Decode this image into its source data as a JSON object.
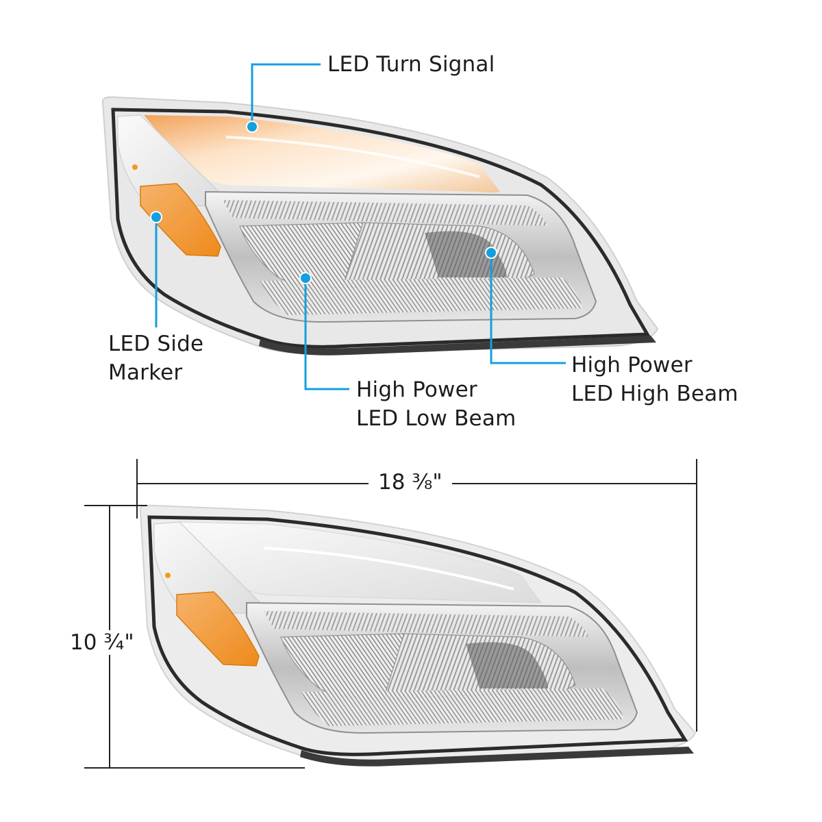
{
  "colors": {
    "callout": "#139fe0",
    "amber": "#f08a1c",
    "chrome_dark": "#2b2b2b",
    "dimension_line": "#222222",
    "background": "#ffffff"
  },
  "callouts": {
    "turn_signal": {
      "line1": "LED Turn Signal"
    },
    "side_marker": {
      "line1": "LED Side",
      "line2": "Marker"
    },
    "low_beam": {
      "line1": "High Power",
      "line2": "LED Low Beam"
    },
    "high_beam": {
      "line1": "High Power",
      "line2": "LED High Beam"
    }
  },
  "dimensions": {
    "width": "18 ³⁄₈\"",
    "height": "10 ¾\""
  },
  "images": {
    "top": "headlight-illuminated",
    "bottom": "headlight-off"
  }
}
